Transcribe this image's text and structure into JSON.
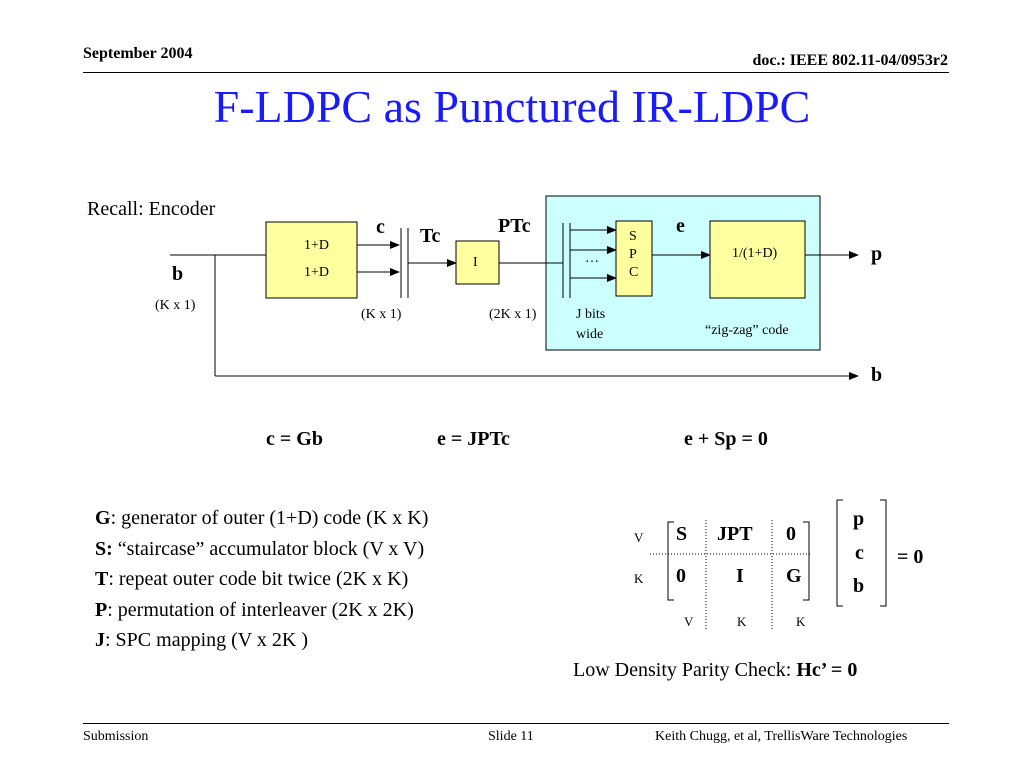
{
  "header": {
    "date": "September 2004",
    "doc": "doc.: IEEE 802.11-04/0953r2"
  },
  "title": "F-LDPC as Punctured IR-LDPC",
  "encoder": {
    "recall": "Recall: Encoder",
    "input_label": "b",
    "input_dim": "(K x 1)",
    "outer_code_top": "1+D",
    "outer_code_bottom": "1+D",
    "c_label": "c",
    "c_dim": "(K x 1)",
    "tc_label": "Tc",
    "interleaver": "I",
    "ptc_label": "PTc",
    "ptc_dim": "(2K x 1)",
    "dots": "…",
    "jbits_line1": "J bits",
    "jbits_line2": "wide",
    "spc_s": "S",
    "spc_p": "P",
    "spc_c": "C",
    "e_label": "e",
    "accumulator": "1/(1+D)",
    "zigzag": "“zig-zag” code",
    "p_out": "p",
    "b_out": "b",
    "colors": {
      "outer_fill": "#ffffa0",
      "inner_bg": "#ccffff"
    }
  },
  "equations": {
    "eq1": "c = Gb",
    "eq2": "e = JPTc",
    "eq3": "e + Sp = 0"
  },
  "legend": [
    {
      "sym": "G",
      "text": ": generator of outer (1+D) code (K x K)"
    },
    {
      "sym": "S:",
      "text": " “staircase” accumulator block (V x V)"
    },
    {
      "sym": "T",
      "text": ": repeat outer code bit twice (2K x K)"
    },
    {
      "sym": "P",
      "text": ": permutation of interleaver (2K x 2K)"
    },
    {
      "sym": "J",
      "text": ": SPC mapping (V x 2K )"
    }
  ],
  "matrix": {
    "row_labels": [
      "V",
      "K"
    ],
    "row1": [
      "S",
      "JPT",
      "0"
    ],
    "row2": [
      "0",
      "I",
      "G"
    ],
    "col_labels": [
      "V",
      "K",
      "K"
    ],
    "vector": [
      "p",
      "c",
      "b"
    ],
    "equals": "= 0"
  },
  "ldpc": {
    "label": "Low Density Parity Check: ",
    "bold": "Hc’ = 0"
  },
  "footer": {
    "left": "Submission",
    "center": "Slide 11",
    "right": "Keith Chugg, et al, TrellisWare Technologies"
  }
}
